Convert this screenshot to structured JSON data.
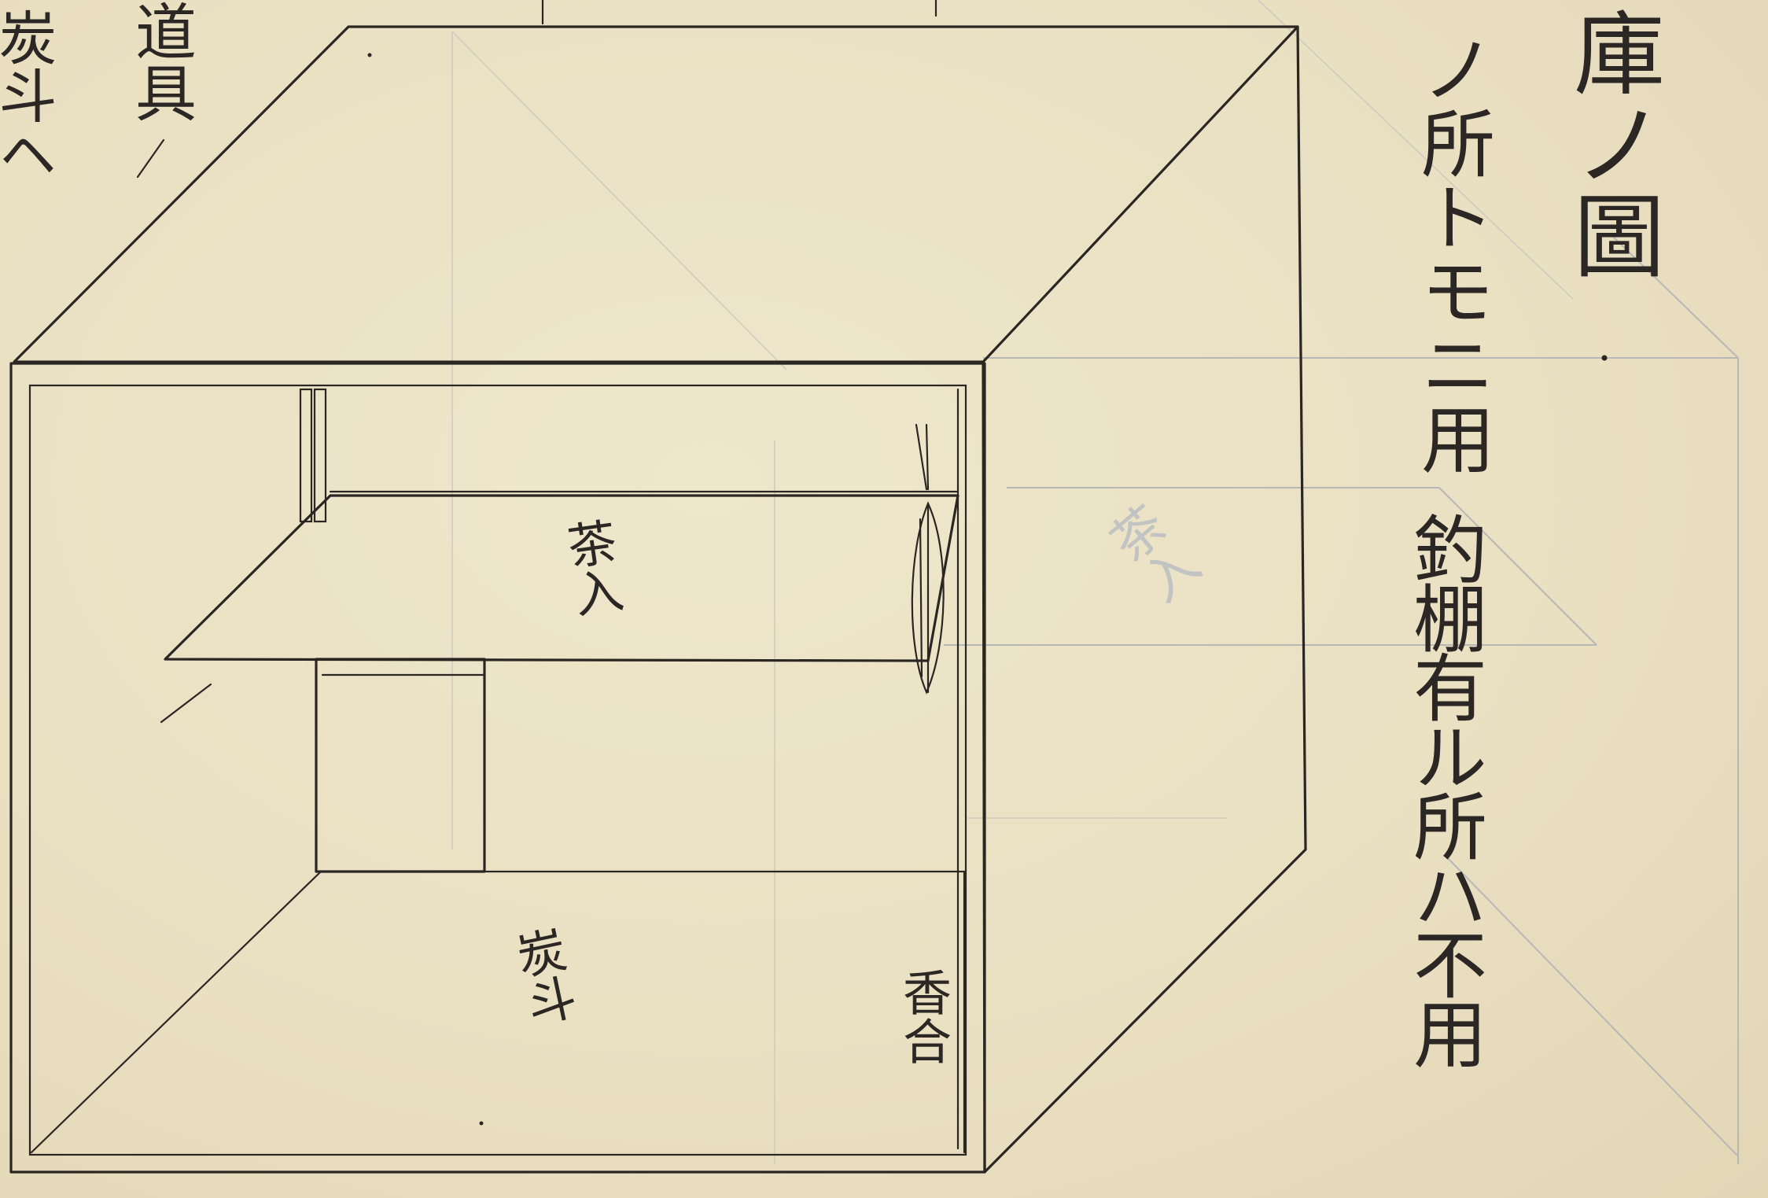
{
  "title_fragment": "庫ノ圖",
  "note_line_1": "ノ所トモニ用",
  "note_line_2": "釣棚有ル所ハ不用",
  "left_margin_fragment": "道具",
  "left_margin_fragment_2": "炭斗ヘ",
  "label_tea": "茶入",
  "label_charcoal": "炭斗",
  "label_incense": "香合",
  "ghost_text": "茶入",
  "colors": {
    "paper": "#ece3c5",
    "ink": "#2a2622",
    "ghost": "#b7b8b6"
  }
}
